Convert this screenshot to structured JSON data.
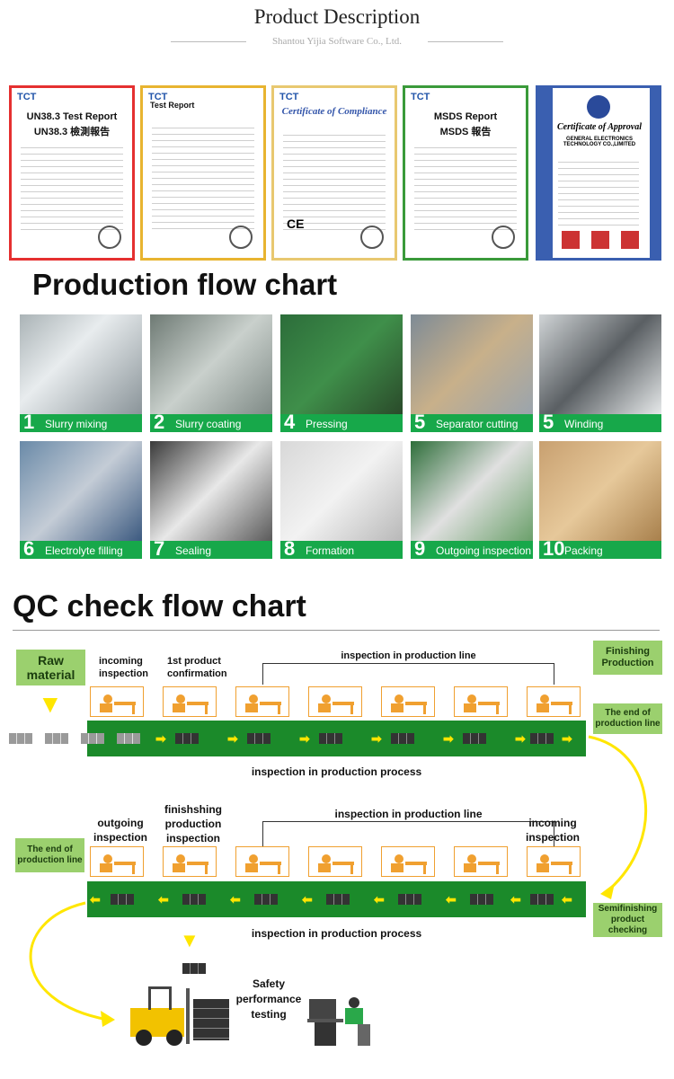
{
  "header": {
    "title": "Product Description",
    "subtitle": "Shantou Yijia Software Co., Ltd."
  },
  "certificates": [
    {
      "logo": "TCT",
      "heading": "UN38.3 Test Report",
      "heading2": "UN38.3 檢測報告"
    },
    {
      "logo": "TCT",
      "heading": "Test Report",
      "heading2": ""
    },
    {
      "logo": "TCT",
      "heading": "Certificate of Compliance",
      "heading2": ""
    },
    {
      "logo": "TCT",
      "heading": "MSDS Report",
      "heading2": "MSDS 報告"
    },
    {
      "logo": "",
      "heading": "Certificate of Approval",
      "heading2": "GENERAL ELECTRONICS TECHNOLOGY CO.,LIMITED"
    }
  ],
  "production_flow": {
    "title": "Production flow chart",
    "steps": [
      {
        "num": "1",
        "label": "Slurry mixing"
      },
      {
        "num": "2",
        "label": "Slurry coating"
      },
      {
        "num": "4",
        "label": "Pressing"
      },
      {
        "num": "5",
        "label": "Separator cutting"
      },
      {
        "num": "5",
        "label": "Winding"
      },
      {
        "num": "6",
        "label": "Electrolyte filling"
      },
      {
        "num": "7",
        "label": "Sealing"
      },
      {
        "num": "8",
        "label": "Formation"
      },
      {
        "num": "9",
        "label": "Outgoing inspection"
      },
      {
        "num": "10",
        "label": "Packing"
      }
    ]
  },
  "qc_flow": {
    "title": "QC check flow chart",
    "raw_material": "Raw material",
    "incoming_inspection": "incoming inspection",
    "first_product": "1st product confirmation",
    "inspection_line_1": "inspection in production line",
    "finishing_production": "Finishing Production",
    "end_of_line_1": "The end of production line",
    "process_1": "inspection in production process",
    "outgoing_inspection": "outgoing inspection",
    "finishing_production_inspection": "finishshing production inspection",
    "inspection_line_2": "inspection in production line",
    "incoming_inspection_2": "incoming inspection",
    "end_of_line_2": "The end of production line",
    "semifinishing": "Semifinishing product checking",
    "process_2": "inspection in production process",
    "safety": "Safety performance testing"
  },
  "colors": {
    "green_label": "#17a84a",
    "belt": "#1b8a2a",
    "box_green": "#9bd06e",
    "arrow_yellow": "#ffe600",
    "station_orange": "#f0a030"
  }
}
